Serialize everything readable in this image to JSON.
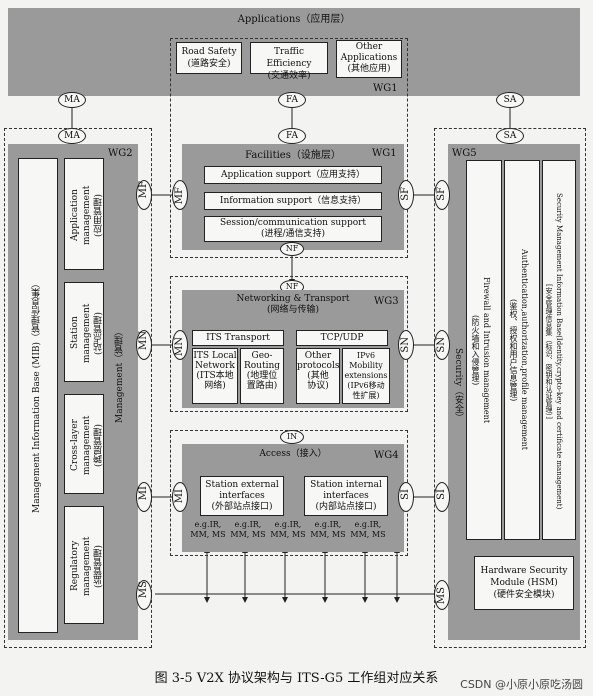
{
  "applications": {
    "title": "Applications（应用层）",
    "boxes": [
      "Road Safety\n(道路安全)",
      "Traffic Efficiency\n(交通效率)",
      "Other\nApplications\n(其他应用)"
    ],
    "wg": "WG1"
  },
  "sap": {
    "ma": "MA",
    "fa": "FA",
    "sa": "SA",
    "mf": "MF",
    "sf": "SF",
    "nf": "NF",
    "mn": "MN",
    "sn": "SN",
    "in": "IN",
    "mi": "MI",
    "si": "SI",
    "ms": "MS"
  },
  "management": {
    "wg": "WG2",
    "mib": "Management Information Base (MIB)（管理信息集）",
    "label": "Management（管理）",
    "items": [
      "Application management\n(应用管理)",
      "Station management\n(站点管理)",
      "Cross-layer management\n(跨层管理)",
      "Regulatory management\n(监管管理)"
    ]
  },
  "facilities": {
    "title": "Facilities（设施层）",
    "wg": "WG1",
    "items": [
      "Application support（应用支持）",
      "Information support（信息支持）",
      "Session/communication support\n(进程/通信支持)"
    ]
  },
  "networking": {
    "title": "Networking & Transport\n(网络与传输)",
    "wg": "WG3",
    "its_transport": "ITS Transport",
    "tcp_udp": "TCP/UDP",
    "its_local": "ITS Local\nNetwork\n(ITS本地\n网络)",
    "geo_routing": "Geo-\nRouting\n(地理位\n置路由)",
    "other_protocols": "Other\nprotocols\n(其他\n协议)",
    "ipv6": "IPv6\nMobility\nextensions\n(IPv6移动\n性扩展)"
  },
  "access": {
    "title": "Access（接入）",
    "wg": "WG4",
    "external": "Station external\ninterfaces\n(外部站点接口)",
    "internal": "Station internal\ninterfaces\n(内部站点接口)",
    "eg": "e.g.IR,\nMM, MS"
  },
  "security": {
    "wg": "WG5",
    "label": "Security（安全）",
    "items": [
      "Firewall and Intrusion management\n(防火墙和入侵管理)",
      "Authentication,authorization,profile management\n(鉴权、授权和用户信息管理)",
      "Security Management Information Base(Identity,crypto-key and certificate management)\n[安全管理信息集（标识、密钥和认证管理）]"
    ],
    "hsm": "Hardware Security\nModule (HSM)\n(硬件安全模块)"
  },
  "caption": "图 3-5    V2X 协议架构与 ITS-G5 工作组对应关系",
  "watermark": "CSDN @小原小原吃汤圆"
}
